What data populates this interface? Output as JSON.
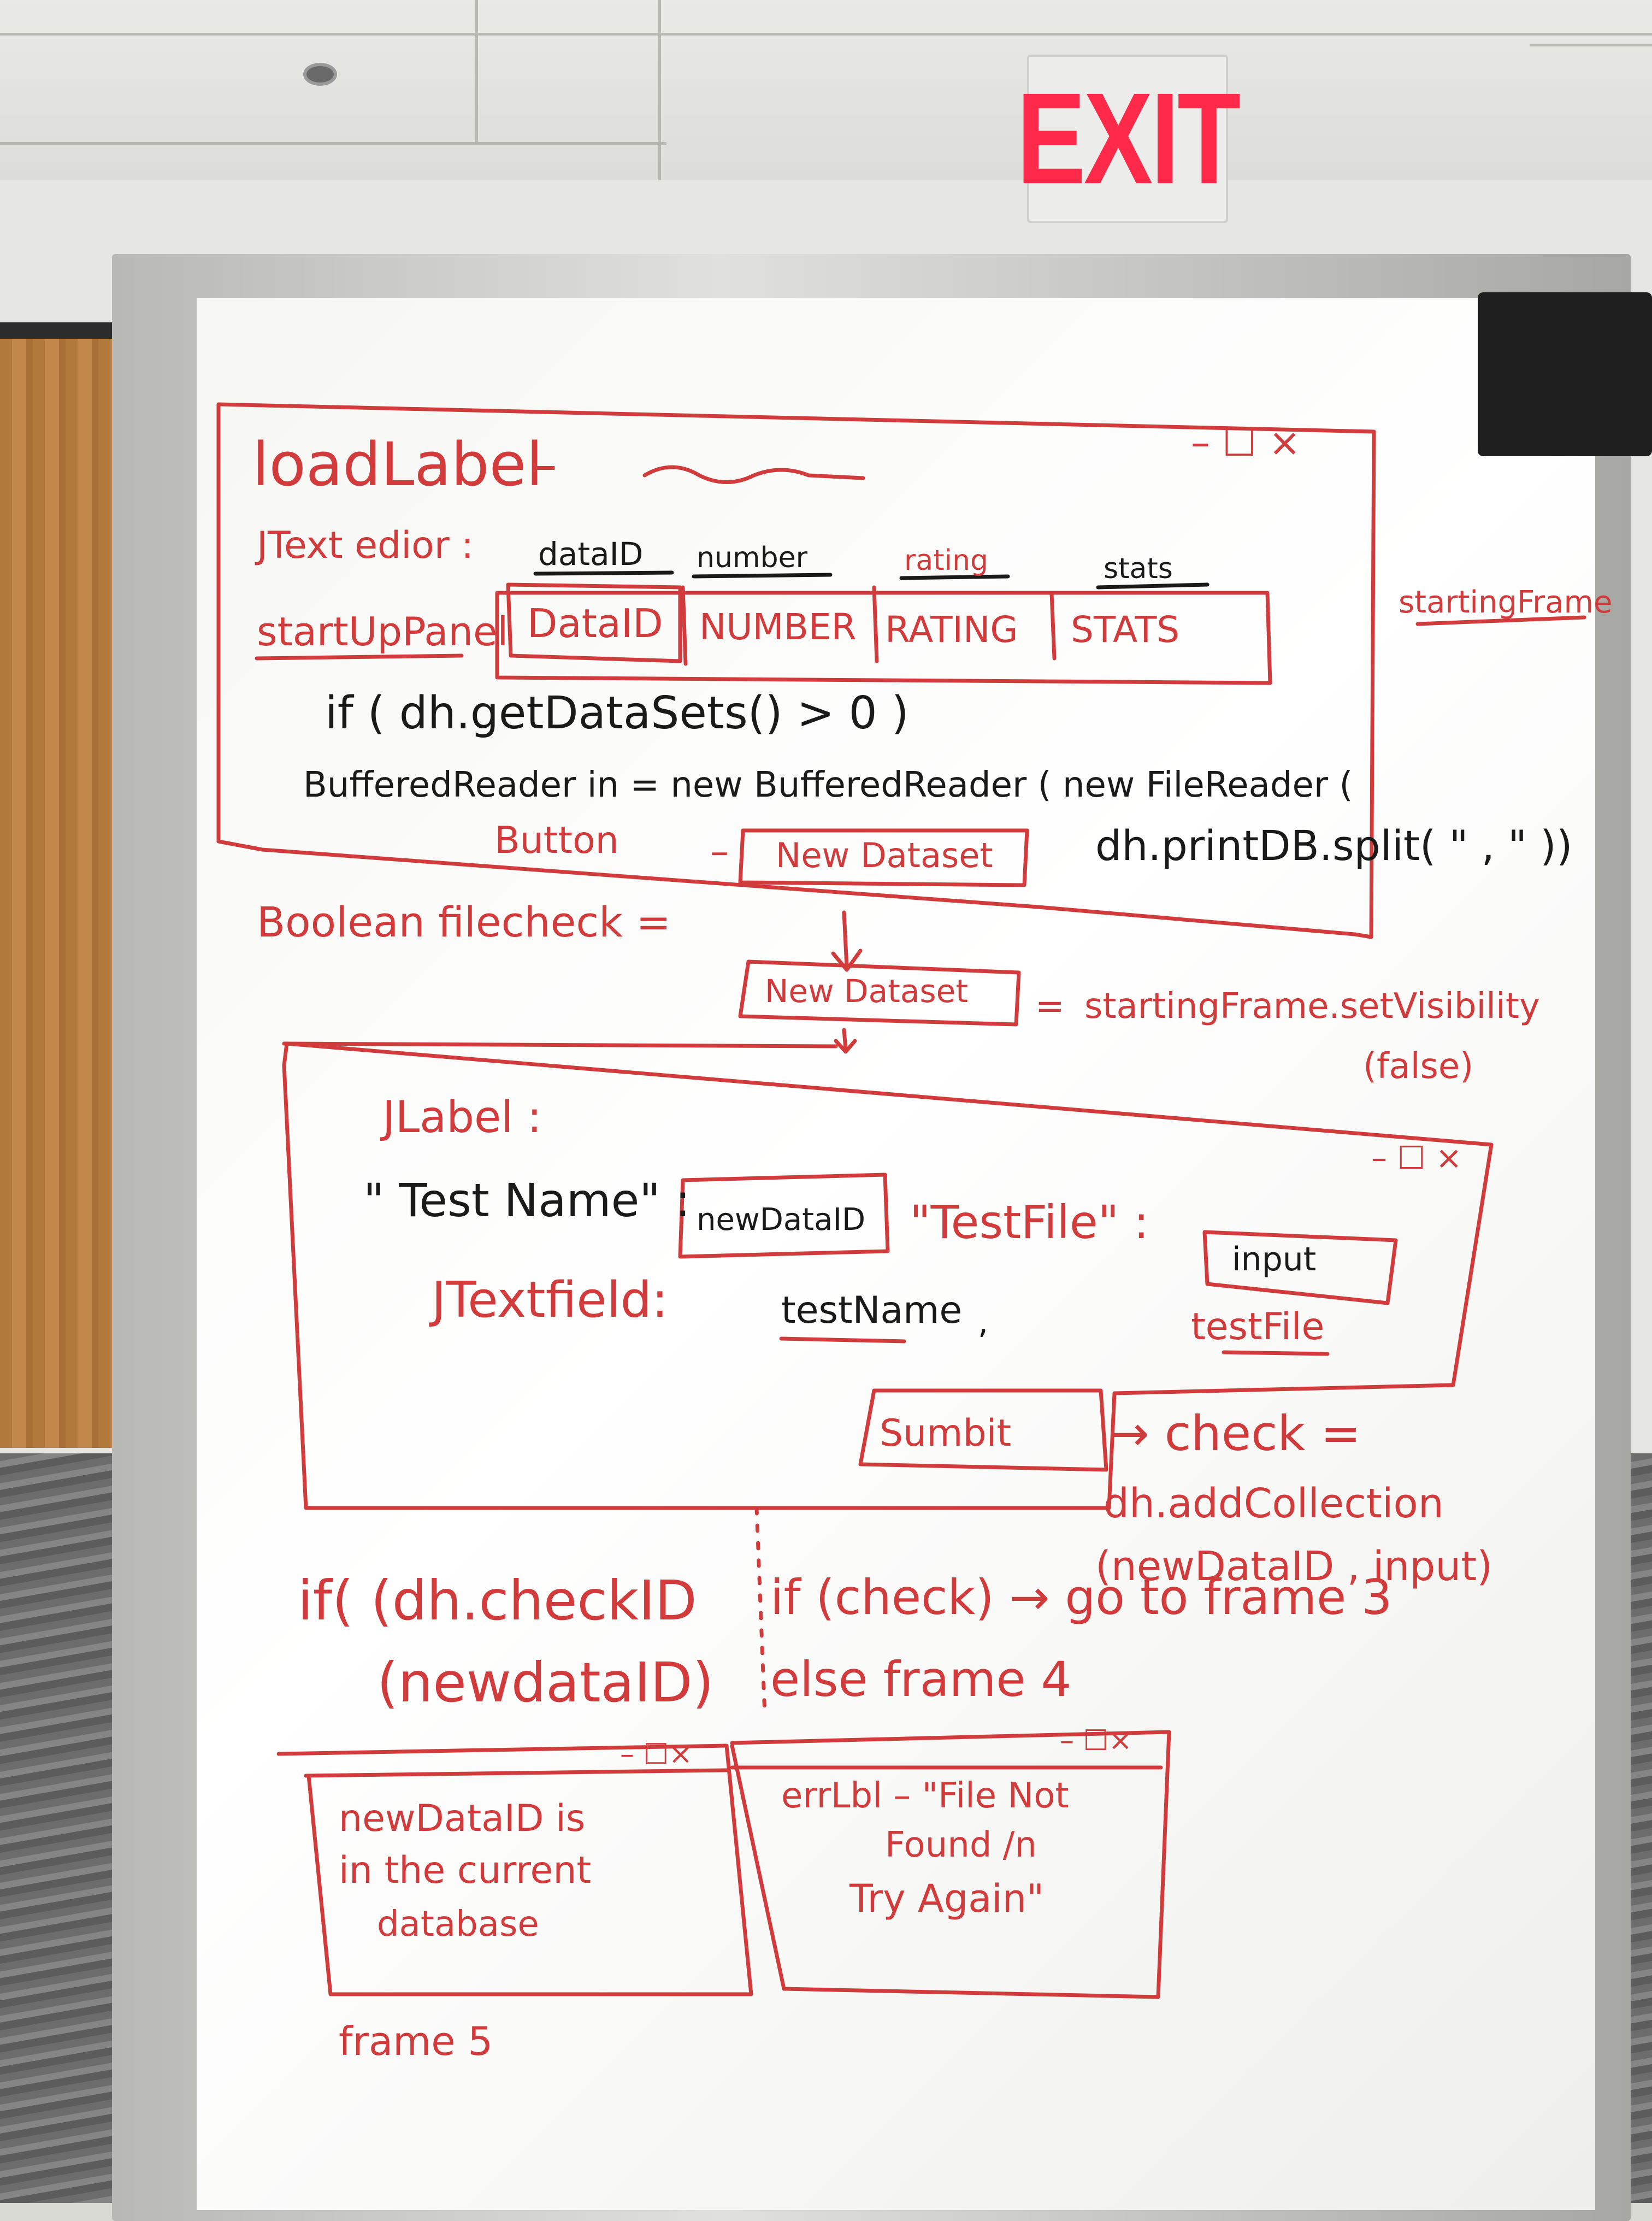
{
  "exit_sign": "EXIT",
  "frame1": {
    "title_left": "loadLabel",
    "title_dash": "–",
    "window_controls": "– ☐ ×",
    "jtext_label": "JText edior :",
    "field_labels": [
      "dataID",
      "number",
      "rating",
      "stats"
    ],
    "panel_label": "startUpPanel",
    "panel_cells": [
      "DataID",
      "NUMBER",
      "RATING",
      "STATS"
    ],
    "frame_name": "startingFrame",
    "if_line": "if ( dh.getDataSets() > 0 )",
    "reader_line": "BufferedReader in = new BufferedReader ( new FileReader (",
    "split_line": "dh.printDB.split( \" , \" ))",
    "button_label": "Button",
    "button_dash": "–",
    "button_text": "New Dataset"
  },
  "transition": {
    "boolean_line": "Boolean filecheck =",
    "button_text": "New Dataset",
    "equals": "=",
    "visibility_line": "startingFrame.setVisibility",
    "visibility_arg": "(false)"
  },
  "frame2": {
    "jlabel": "JLabel :",
    "window_controls": "– ☐ ×",
    "test_name_label": "\" Test Name\" :",
    "new_data_id_box": "newDataID",
    "test_file_label": "\"TestFile\" :",
    "input_box": "input",
    "textfield_label": "JTextfield:",
    "test_name_field": "testName",
    "comma": ",",
    "test_file_field": "testFile",
    "submit": "Sumbit",
    "check_line": "→ check =",
    "add_collection": "dh.addCollection",
    "add_collection_args": "(newDataID , input)"
  },
  "logic": {
    "if_check_id": "if( (dh.checkID",
    "new_data_id": "(newdataID)",
    "if_check": "if (check) → go to frame 3",
    "else_line": "else    frame 4"
  },
  "frame5": {
    "window_controls": "– ☐×",
    "lines": [
      "newDataID is",
      "in the current",
      "database"
    ],
    "caption": "frame 5"
  },
  "frame4": {
    "window_controls": "– ☐×",
    "lines": [
      "errLbl – \"File Not",
      "Found /n",
      "Try Again\""
    ]
  }
}
